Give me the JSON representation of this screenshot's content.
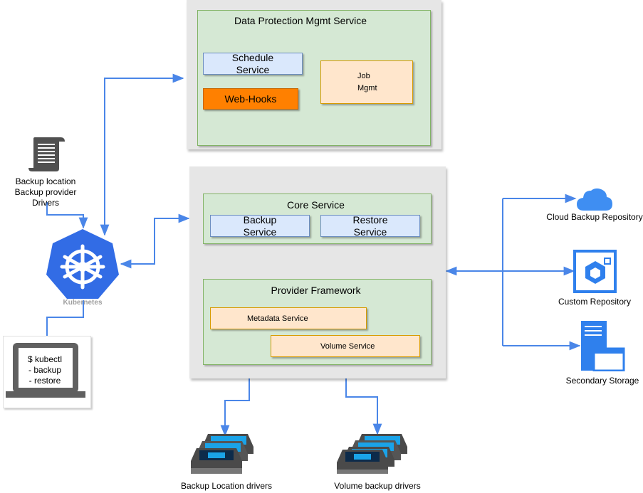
{
  "dpms": {
    "title": "Data Protection Mgmt Service",
    "schedule": "Schedule\nService",
    "webhooks": "Web-Hooks",
    "job": "Job\nMgmt"
  },
  "core": {
    "title": "Core Service",
    "backup": "Backup\nService",
    "restore": "Restore\nService"
  },
  "provider": {
    "title": "Provider Framework",
    "metadata": "Metadata  Service",
    "volume": "Volume  Service"
  },
  "config_doc": {
    "label": "Backup location\nBackup provider Drivers"
  },
  "kubernetes": {
    "label": "Kubernetes"
  },
  "terminal": {
    "text": "$ kubectl\n- backup\n- restore"
  },
  "repos": {
    "cloud": "Cloud Backup Repository",
    "custom": "Custom Repository",
    "secondary": "Secondary Storage"
  },
  "drivers": {
    "backup_location": "Backup Location drivers",
    "volume_backup": "Volume backup drivers"
  },
  "colors": {
    "connector": "#4a86e8",
    "kubernetes": "#326ce5",
    "cloud": "#3f8ef2"
  },
  "icons": [
    "script-icon",
    "kubernetes-icon",
    "laptop-icon",
    "cloud-icon",
    "cube-icon",
    "server-storage-icon",
    "driver-stack-icon"
  ]
}
